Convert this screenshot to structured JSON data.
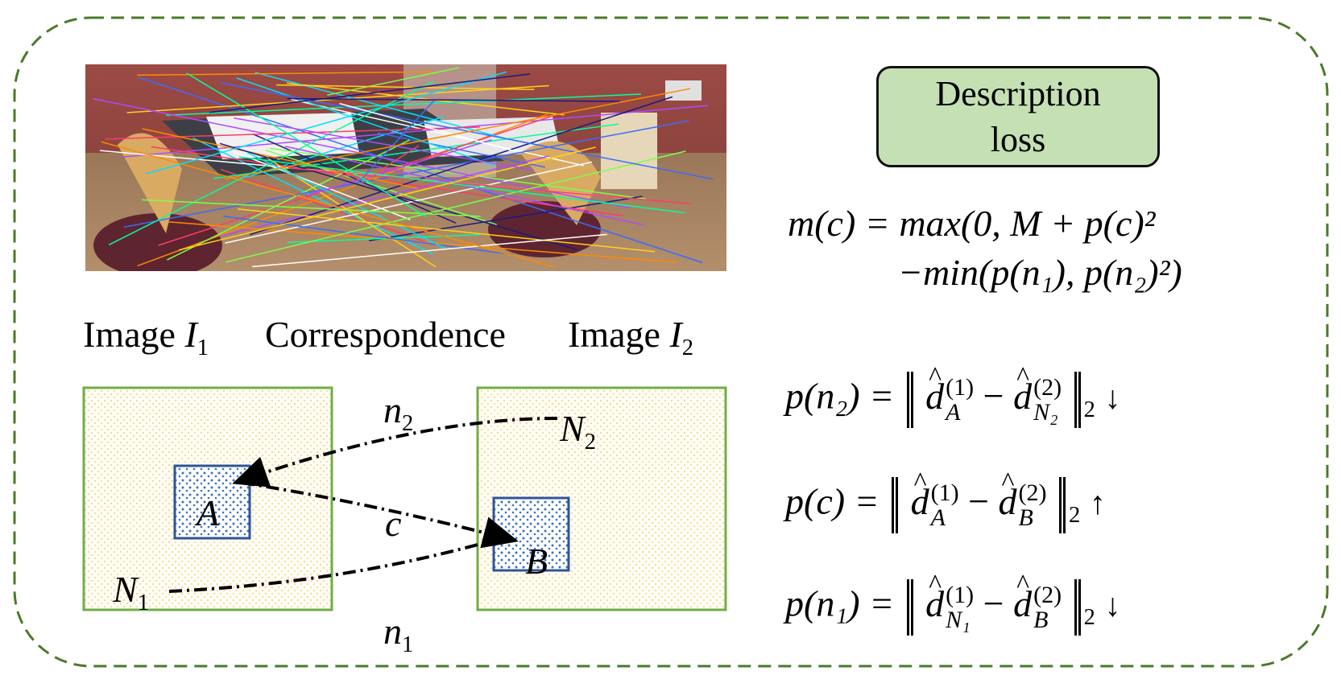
{
  "labels": {
    "image1": "Image ",
    "image1_var": "I",
    "image1_sub": "1",
    "correspondence": "Correspondence",
    "image2": "Image ",
    "image2_var": "I",
    "image2_sub": "2"
  },
  "diagram": {
    "point_A": "A",
    "point_B": "B",
    "N1": "N",
    "N1_sub": "1",
    "N2": "N",
    "N2_sub": "2",
    "n1": "n",
    "n1_sub": "1",
    "n2": "n",
    "n2_sub": "2",
    "c": "c"
  },
  "loss_box": {
    "line1": "Description",
    "line2": "loss"
  },
  "formulas": {
    "m_line1": "m(c) = max(0, M + p(c)²",
    "m_line2": "−min(p(n₁), p(n₂)²)",
    "p_n2_lhs": "p(n₂) =",
    "p_c_lhs": "p(c) =",
    "p_n1_lhs": "p(n₁) =",
    "d_symbol": "d",
    "hat": "^",
    "sup1": "(1)",
    "sup2": "(2)",
    "sub_A": "A",
    "sub_B": "B",
    "sub_N1": "N₁",
    "sub_N2": "N₂",
    "minus": "−",
    "norm_sub": "2",
    "arrow_down": "↓",
    "arrow_up": "↑"
  },
  "colors": {
    "frame": "#4a7a2a",
    "box_border": "#70ad47",
    "patch_border": "#2f5597",
    "loss_fill": "#c5e0b3"
  }
}
